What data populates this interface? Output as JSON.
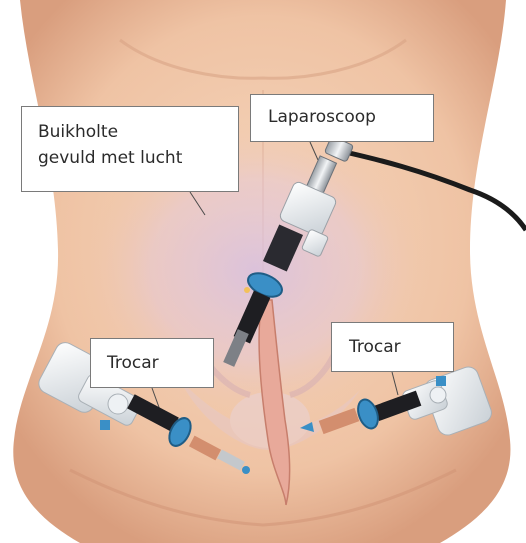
{
  "labels": {
    "abdominal_cavity": [
      "Buikholte",
      "gevuld met lucht"
    ],
    "laparoscope": "Laparoscoop",
    "trocar_left": "Trocar",
    "trocar_right": "Trocar"
  },
  "colors": {
    "skin": "#f1c9ac",
    "skin_shadow": "#d99e7e",
    "cavity_tint": "#d7bfe0",
    "instrument_dark": "#1e1e22",
    "accent_blue": "#3a8fc6",
    "trocar_white": "#eef1f4",
    "label_border": "#7a7a7a"
  }
}
